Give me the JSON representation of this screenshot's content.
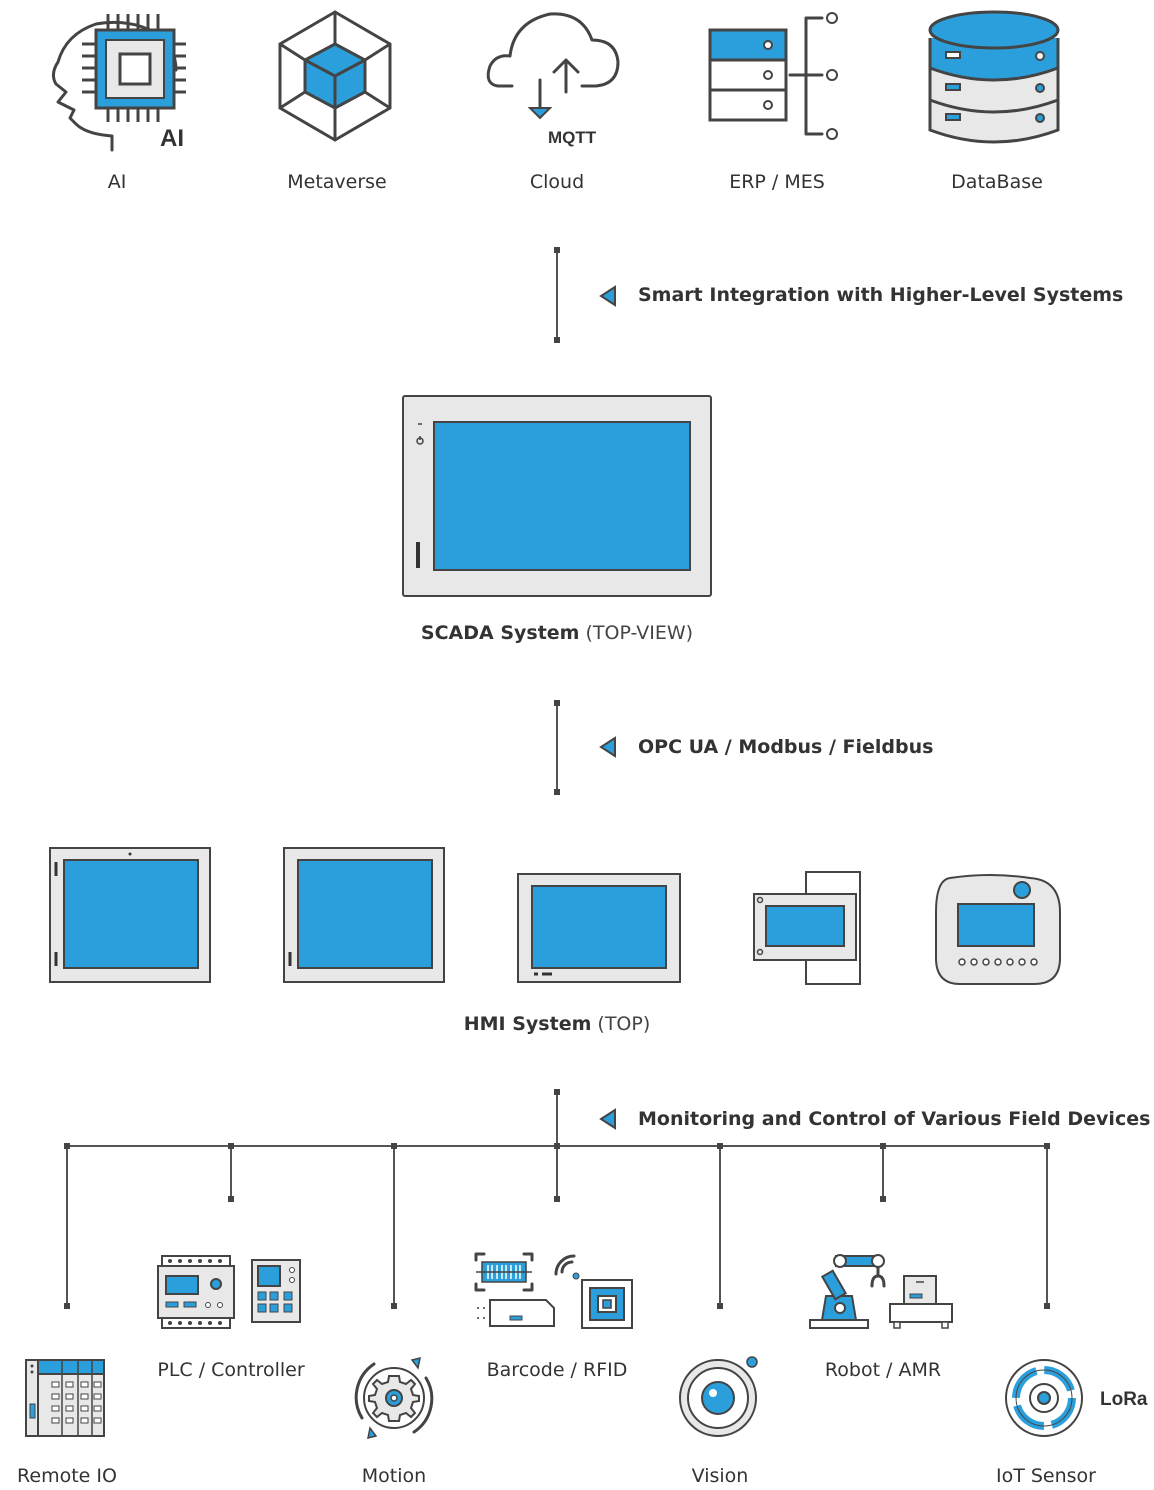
{
  "top_systems": [
    {
      "label": "AI",
      "icon": "ai-head-icon",
      "badge": "AI"
    },
    {
      "label": "Metaverse",
      "icon": "metaverse-cube-icon"
    },
    {
      "label": "Cloud",
      "icon": "cloud-icon",
      "badge": "MQTT"
    },
    {
      "label": "ERP / MES",
      "icon": "server-rack-icon"
    },
    {
      "label": "DataBase",
      "icon": "database-icon"
    }
  ],
  "connections": [
    {
      "label": "Smart Integration with Higher-Level Systems"
    },
    {
      "label": "OPC UA / Modbus / Fieldbus"
    },
    {
      "label": "Monitoring and Control of Various Field Devices"
    }
  ],
  "scada": {
    "label_bold": "SCADA System",
    "label_rest": " (TOP-VIEW)"
  },
  "hmi": {
    "label_bold": "HMI System",
    "label_rest": " (TOP)"
  },
  "field_devices": [
    {
      "label": "Remote IO",
      "icon": "remote-io-icon"
    },
    {
      "label": "PLC / Controller",
      "icon": "plc-icon"
    },
    {
      "label": "Motion",
      "icon": "motion-gear-icon"
    },
    {
      "label": "Barcode / RFID",
      "icon": "barcode-rfid-icon"
    },
    {
      "label": "Vision",
      "icon": "vision-camera-icon"
    },
    {
      "label": "Robot / AMR",
      "icon": "robot-arm-icon"
    },
    {
      "label": "IoT Sensor",
      "icon": "iot-sensor-icon",
      "badge": "LoRa"
    }
  ],
  "colors": {
    "accent": "#2b9fdc",
    "outline": "#444444",
    "panel": "#e8e8e8",
    "line": "#555555"
  }
}
